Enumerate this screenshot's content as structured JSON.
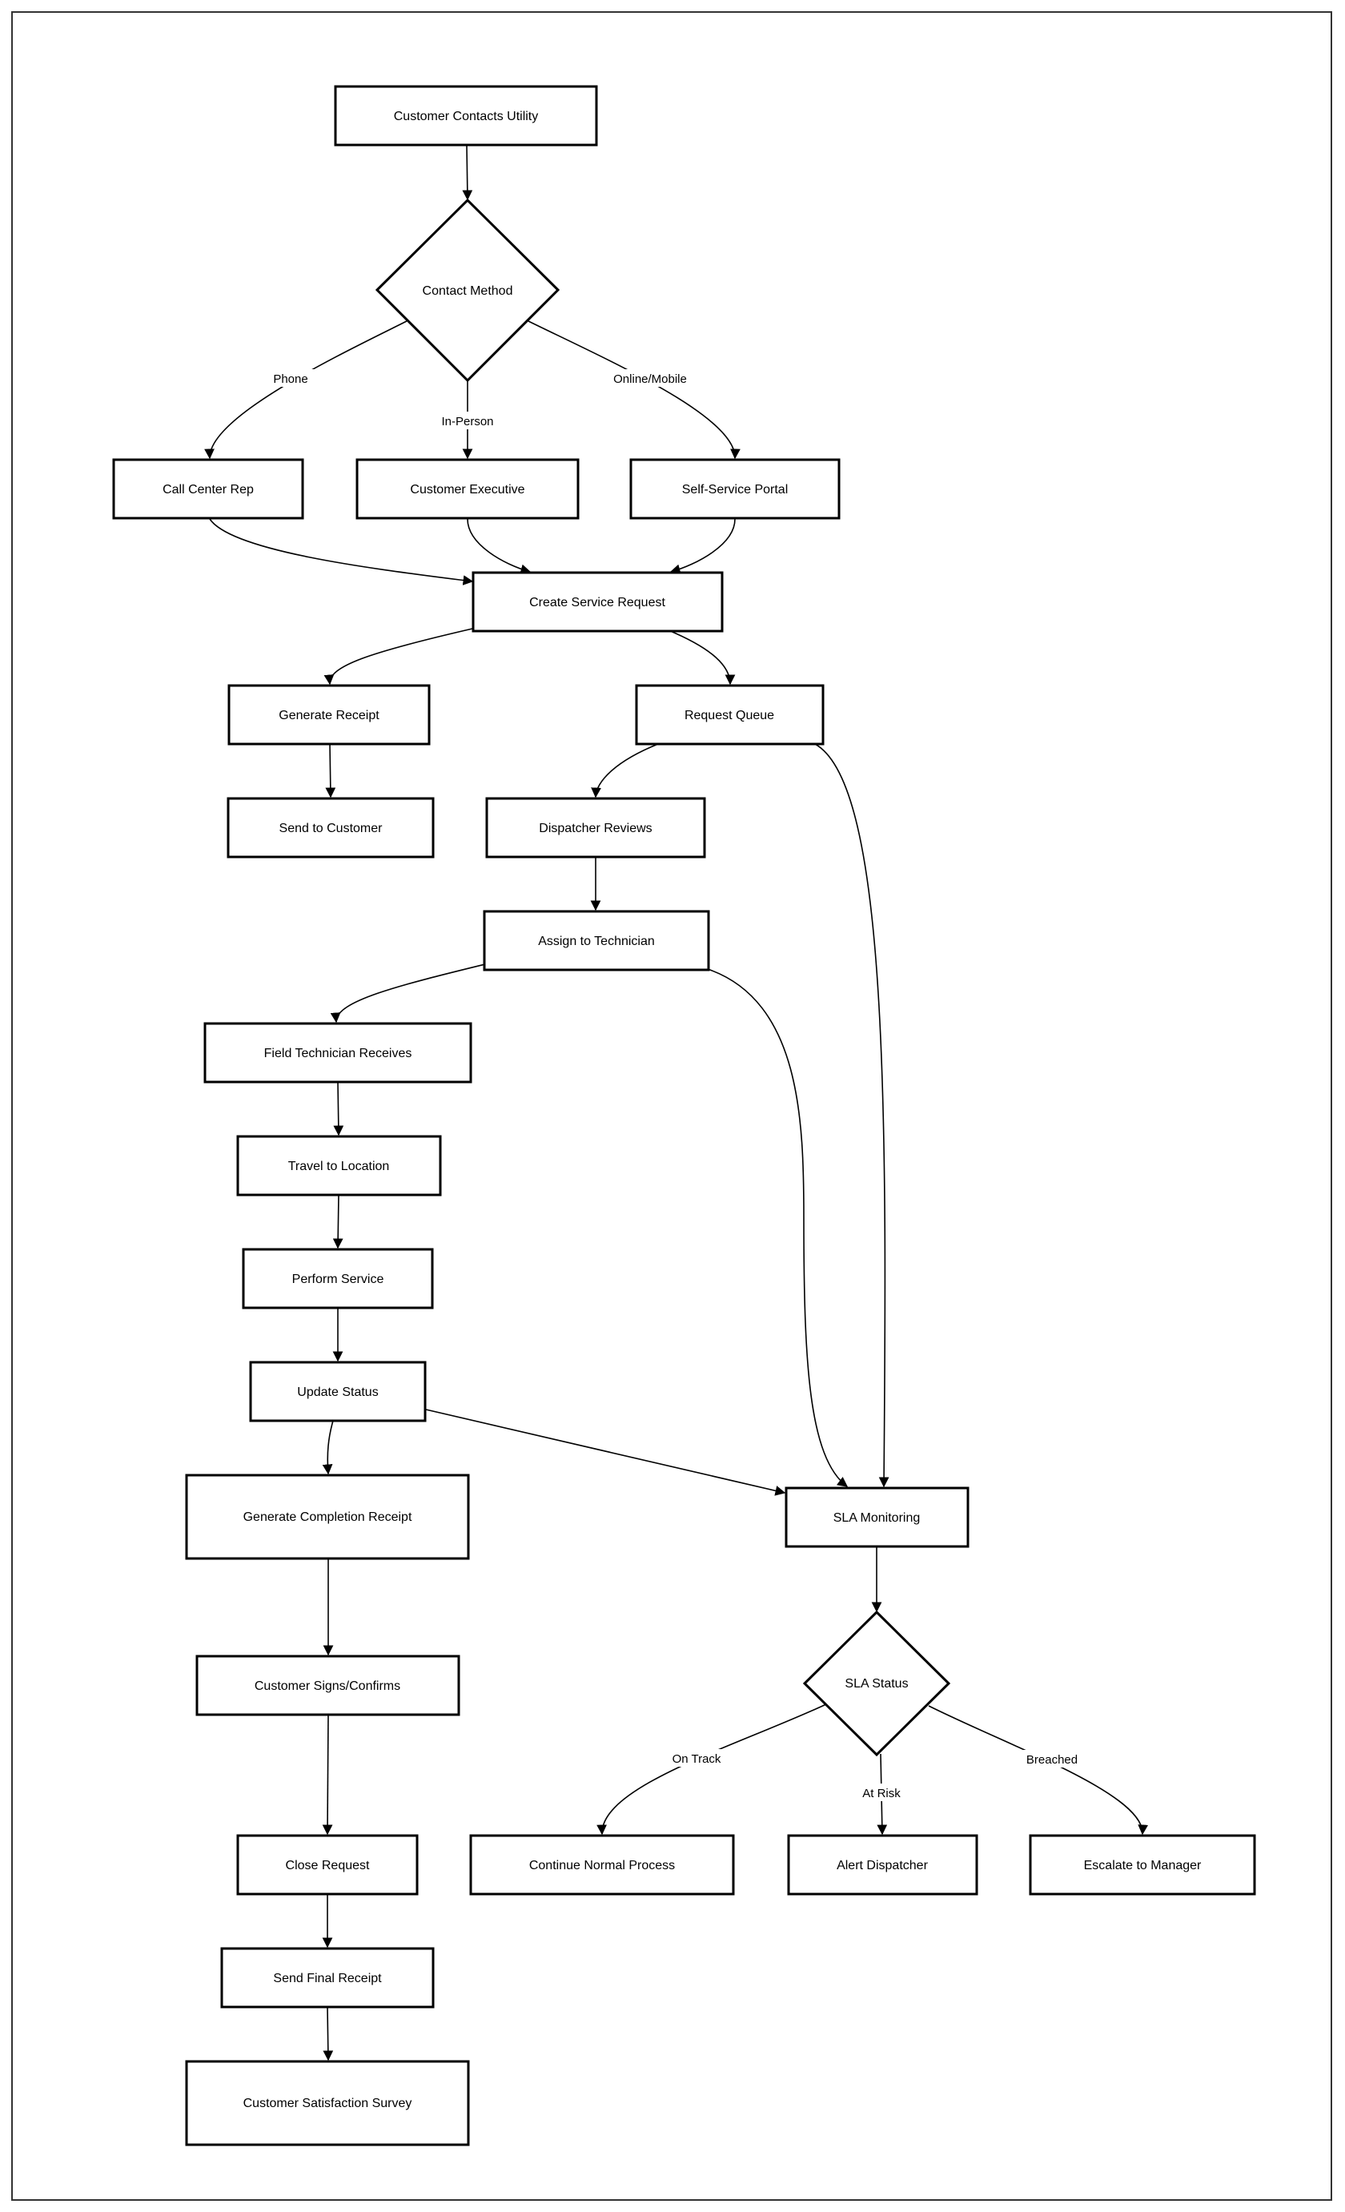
{
  "nodes": {
    "customer_contacts": "Customer Contacts Utility",
    "contact_method": "Contact Method",
    "call_center_rep": "Call Center Rep",
    "customer_executive": "Customer Executive",
    "self_service_portal": "Self-Service Portal",
    "create_service_request": "Create Service Request",
    "generate_receipt": "Generate Receipt",
    "request_queue": "Request Queue",
    "send_to_customer": "Send to Customer",
    "dispatcher_reviews": "Dispatcher Reviews",
    "assign_to_technician": "Assign to Technician",
    "field_technician_receives": "Field Technician Receives",
    "travel_to_location": "Travel to Location",
    "perform_service": "Perform Service",
    "update_status": "Update Status",
    "generate_completion_receipt": "Generate Completion Receipt",
    "sla_monitoring": "SLA Monitoring",
    "customer_signs": "Customer Signs/Confirms",
    "sla_status": "SLA Status",
    "close_request": "Close Request",
    "continue_normal": "Continue Normal Process",
    "alert_dispatcher": "Alert Dispatcher",
    "escalate_manager": "Escalate to Manager",
    "send_final_receipt": "Send Final Receipt",
    "satisfaction_survey": "Customer Satisfaction Survey"
  },
  "edge_labels": {
    "phone": "Phone",
    "in_person": "In-Person",
    "online_mobile": "Online/Mobile",
    "on_track": "On Track",
    "at_risk": "At Risk",
    "breached": "Breached"
  },
  "colors": {
    "stroke": "#000000",
    "background": "#ffffff"
  }
}
